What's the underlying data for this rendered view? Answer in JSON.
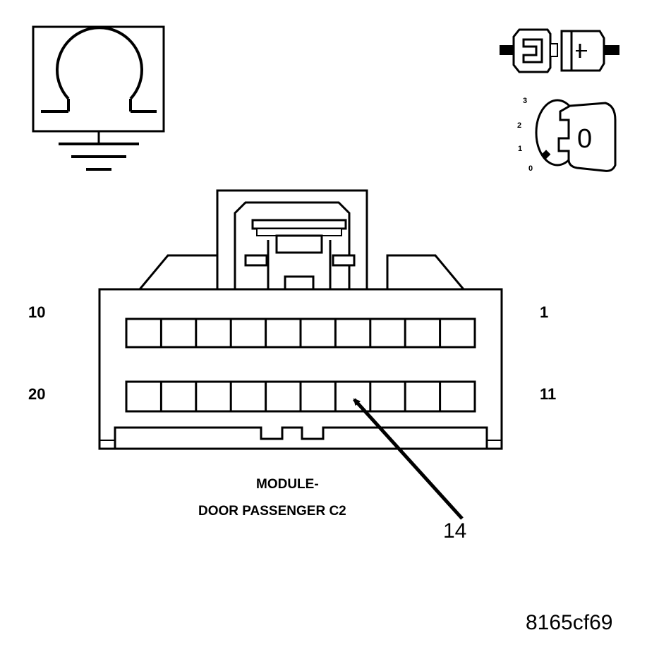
{
  "icons": {
    "ohmmeter": "ohmmeter-ground-icon",
    "connector": "disconnect-connector-icon",
    "ignition": "ignition-key-off-icon"
  },
  "ignition": {
    "positions": [
      "3",
      "2",
      "1",
      "0"
    ],
    "key_label": "0"
  },
  "connector": {
    "top_row_left_pin": "10",
    "top_row_right_pin": "1",
    "bottom_row_left_pin": "20",
    "bottom_row_right_pin": "11",
    "cavities_per_row": 10,
    "highlighted_pin": 14
  },
  "caption": {
    "line1": "MODULE-",
    "line2": "DOOR PASSENGER C2"
  },
  "callout": "14",
  "figure_id": "8165cf69"
}
